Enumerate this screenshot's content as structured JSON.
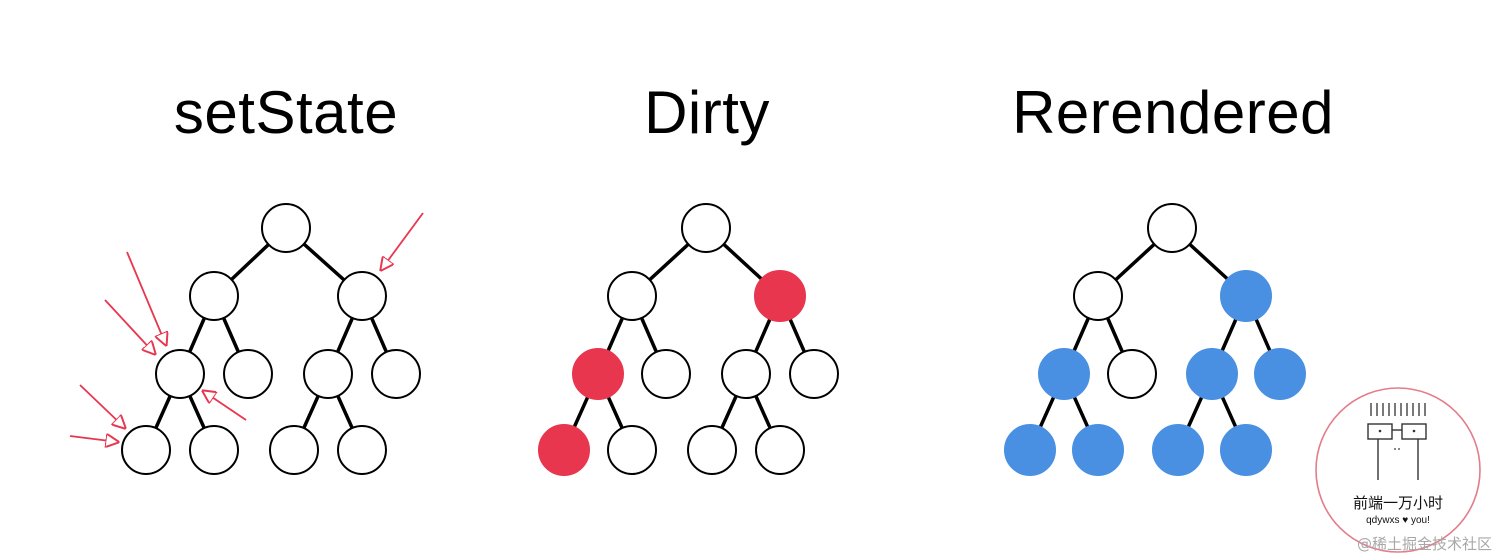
{
  "titles": {
    "set_state": "setState",
    "dirty": "Dirty",
    "rerendered": "Rerendered"
  },
  "colors": {
    "edge": "#000000",
    "node_fill": "#ffffff",
    "dirty": "#e8364e",
    "rerendered": "#4a90e2",
    "arrow": "#e8364e"
  },
  "trees": [
    {
      "name": "setState",
      "highlighted_nodes": [],
      "highlight": "none"
    },
    {
      "name": "Dirty",
      "highlighted_nodes": [
        "right-child",
        "left-left-grandchild",
        "leftmost-leaf"
      ],
      "highlight": "dirty"
    },
    {
      "name": "Rerendered",
      "highlighted_nodes": [
        "right-child",
        "left-left-grandchild",
        "leftmost-leaf",
        "left-left-right-leaf",
        "right-left-grandchild",
        "right-right-grandchild",
        "right-left-left-leaf",
        "right-left-right-leaf"
      ],
      "highlight": "rerendered"
    }
  ],
  "seal": {
    "title": "前端一万小时",
    "subtitle": "qdywxs ♥ you!"
  },
  "watermark": "@稀土掘金技术社区"
}
